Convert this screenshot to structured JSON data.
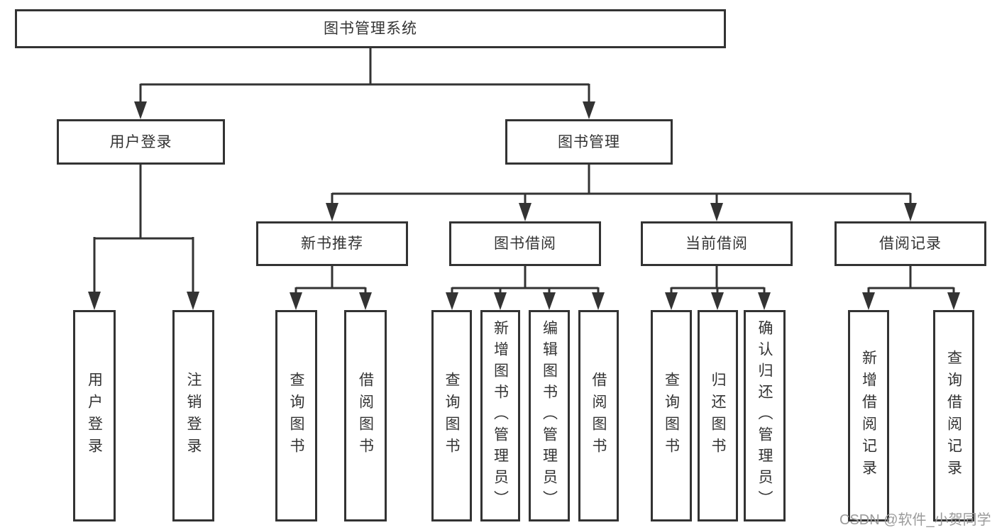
{
  "diagram": {
    "line_color": "#333333",
    "box_background": "#ffffff",
    "text_color": "#333333"
  },
  "watermark": {
    "text": "CSDN @软件_小贺同学",
    "color": "#9b9b9b"
  },
  "nodes": {
    "root": {
      "label": "图书管理系统"
    },
    "user_login": {
      "label": "用户登录"
    },
    "book_mgmt": {
      "label": "图书管理"
    },
    "new_book_rec": {
      "label": "新书推荐"
    },
    "book_borrow": {
      "label": "图书借阅"
    },
    "current_borrow": {
      "label": "当前借阅"
    },
    "borrow_records": {
      "label": "借阅记录"
    },
    "leaf_user_login": {
      "label": "用户登录"
    },
    "leaf_logout": {
      "label": "注销登录"
    },
    "leaf_query_a": {
      "label": "查询图书"
    },
    "leaf_borrow_a": {
      "label": "借阅图书"
    },
    "leaf_query_b": {
      "label": "查询图书"
    },
    "leaf_add_books": {
      "label": "新增图书（管理员）"
    },
    "leaf_edit_books": {
      "label": "编辑图书（管理员）"
    },
    "leaf_borrow_b": {
      "label": "借阅图书"
    },
    "leaf_query_c": {
      "label": "查询图书"
    },
    "leaf_return_books": {
      "label": "归还图书"
    },
    "leaf_confirm_return": {
      "label": "确认归还（管理员）"
    },
    "leaf_add_record": {
      "label": "新增借阅记录"
    },
    "leaf_query_record": {
      "label": "查询借阅记录"
    }
  },
  "tree": {
    "label": "图书管理系统",
    "children": [
      {
        "label": "用户登录",
        "children": [
          "用户登录",
          "注销登录"
        ]
      },
      {
        "label": "图书管理",
        "children": [
          {
            "label": "新书推荐",
            "children": [
              "查询图书",
              "借阅图书"
            ]
          },
          {
            "label": "图书借阅",
            "children": [
              "查询图书",
              "新增图书（管理员）",
              "编辑图书（管理员）",
              "借阅图书"
            ]
          },
          {
            "label": "当前借阅",
            "children": [
              "查询图书",
              "归还图书",
              "确认归还（管理员）"
            ]
          },
          {
            "label": "借阅记录",
            "children": [
              "新增借阅记录",
              "查询借阅记录"
            ]
          }
        ]
      }
    ]
  }
}
